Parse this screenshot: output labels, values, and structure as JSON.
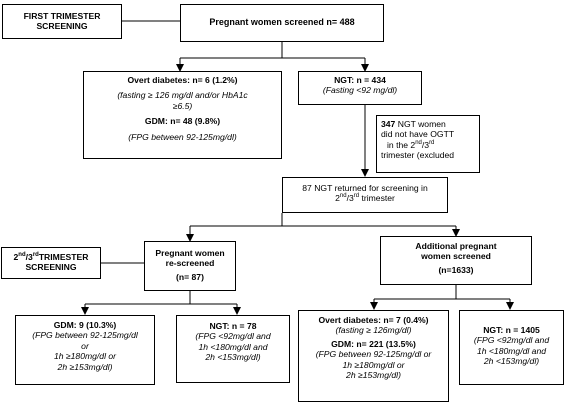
{
  "labels": {
    "first_trimester_1": "FIRST TRIMESTER",
    "first_trimester_2": "SCREENING",
    "second_third_1_pre": "2",
    "second_third_1_sup1": "nd",
    "second_third_1_mid": "/3",
    "second_third_1_sup2": "rd",
    "second_third_1_post": "TRIMESTER",
    "second_third_2": "SCREENING"
  },
  "screened": {
    "text": "Pregnant women screened n= 488"
  },
  "overt_gdm_first": {
    "title": "Overt diabetes: n= 6 (1.2%)",
    "criteria_1": "(fasting ≥ 126 mg/dl and/or HbA1c",
    "criteria_2": "≥6.5)",
    "gdm_title": "GDM: n= 48 (9.8%)",
    "gdm_criteria": "(FPG between 92-125mg/dl)"
  },
  "ngt_first": {
    "title": "NGT: n = 434",
    "criteria": "(Fasting <92 mg/dl)"
  },
  "no_ogtt": {
    "count": "347",
    "line1_rest": " NGT women",
    "line2": "did not have OGTT",
    "line3_pre": "in the 2",
    "line3_sup1": "nd",
    "line3_mid": "/3",
    "line3_sup2": "rd",
    "line4": "trimester (excluded"
  },
  "returned": {
    "line1": "87 NGT returned for screening in",
    "line2_pre": "2",
    "line2_sup1": "nd",
    "line2_mid": "/3",
    "line2_sup2": "rd",
    "line2_post": " trimester"
  },
  "rescreened": {
    "line1": "Pregnant women",
    "line2": "re-screened",
    "line3": "(n= 87)"
  },
  "additional": {
    "line1": "Additional pregnant",
    "line2": "women screened",
    "line3": "(n=1633)"
  },
  "gdm_rescreen": {
    "title": "GDM: 9 (10.3%)",
    "c1": "(FPG between 92-125mg/dl",
    "c2": "or",
    "c3": "1h ≥180mg/dl or",
    "c4": "2h ≥153mg/dl)"
  },
  "ngt_rescreen": {
    "title": "NGT: n = 78",
    "c1": "(FPG <92mg/dl and",
    "c2": "1h <180mg/dl and",
    "c3": "2h <153mg/dl)"
  },
  "overt_additional": {
    "title": "Overt diabetes: n= 7 (0.4%)",
    "criteria": "(fasting ≥ 126mg/dl)",
    "gdm_title": "GDM: n= 221 (13.5%)",
    "c1": "(FPG between 92-125mg/dl or",
    "c2": "1h ≥180mg/dl or",
    "c3": "2h ≥153mg/dl)"
  },
  "ngt_additional": {
    "title": "NGT: n = 1405",
    "c1": "(FPG <92mg/dl and",
    "c2": "1h <180mg/dl and",
    "c3": "2h <153mg/dl)"
  }
}
